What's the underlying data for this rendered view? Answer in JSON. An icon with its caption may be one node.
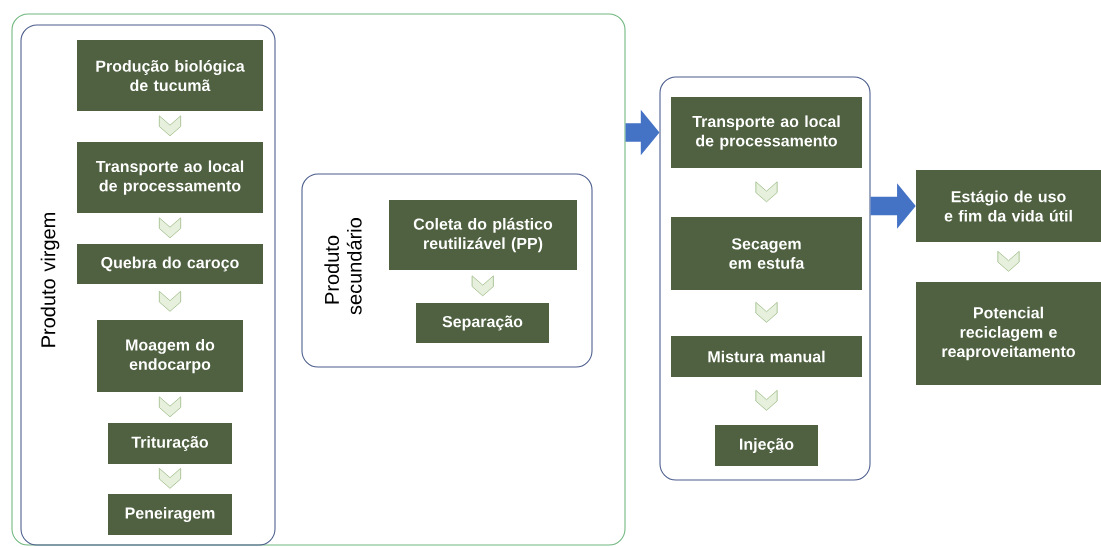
{
  "diagram": {
    "nodes": [
      {
        "text": [],
        "shape": "box"
      },
      {
        "text": [
          "Produto virgem"
        ],
        "in": 0
      },
      {
        "text": [
          "Produção biológica de tucumã"
        ],
        "in": 1
      },
      {
        "text": [
          "Transporte ao local de processamento"
        ],
        "in": 1
      },
      {
        "text": [
          "Quebra do caroço"
        ],
        "in": 1
      },
      {
        "text": [
          "Moagem do endocarpo"
        ],
        "in": 1
      },
      {
        "text": [
          "Trituração"
        ],
        "in": 1
      },
      {
        "text": [
          "Peneiragem"
        ],
        "in": 1
      },
      {
        "text": [
          "Produto secundário"
        ],
        "in": 0
      },
      {
        "text": [
          "Coleta do plástico reutilizável (PP)"
        ],
        "in": 8
      },
      {
        "text": [
          "Separação"
        ],
        "in": 8
      },
      {
        "text": [],
        "shape": "box"
      },
      {
        "text": [
          "Transporte ao local de processamento"
        ],
        "in": 11
      },
      {
        "text": [
          "Secagem em estufa"
        ],
        "in": 11
      },
      {
        "text": [
          "Mistura manual"
        ],
        "in": 11
      },
      {
        "text": [
          "Injeção"
        ],
        "in": 11
      },
      {
        "text": [
          "Estágio de uso e fim da vida útil"
        ]
      },
      {
        "text": [
          "Potencial reciclagem e reaproveitamento"
        ]
      }
    ],
    "edges": [
      {
        "from": 2,
        "to": 3,
        "arrow": "to"
      },
      {
        "from": 3,
        "to": 4,
        "arrow": "to"
      },
      {
        "from": 4,
        "to": 5,
        "arrow": "to"
      },
      {
        "from": 5,
        "to": 6,
        "arrow": "to"
      },
      {
        "from": 6,
        "to": 7,
        "arrow": "to"
      },
      {
        "from": 9,
        "to": 10,
        "arrow": "to"
      },
      {
        "from": 12,
        "to": 13,
        "arrow": "to"
      },
      {
        "from": 13,
        "to": 14,
        "arrow": "to"
      },
      {
        "from": 14,
        "to": 15,
        "arrow": "to"
      },
      {
        "from": 16,
        "to": 17,
        "arrow": "to"
      },
      {
        "from": 0,
        "to": 11,
        "arrow": "to",
        "style": "thick",
        "color": "#4472c4"
      },
      {
        "from": 11,
        "to": 16,
        "arrow": "to",
        "style": "thick",
        "color": "#4472c4"
      }
    ]
  }
}
